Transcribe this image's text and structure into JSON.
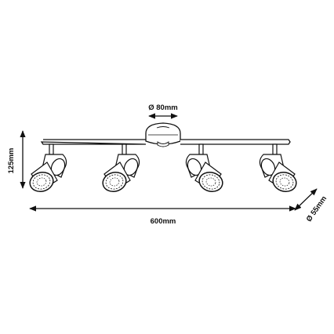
{
  "dimensions": {
    "base_diameter": "Ø 80mm",
    "height": "125mm",
    "width": "600mm",
    "head_diameter": "Ø 55mm"
  },
  "colors": {
    "line": "#111111",
    "background": "#ffffff"
  }
}
